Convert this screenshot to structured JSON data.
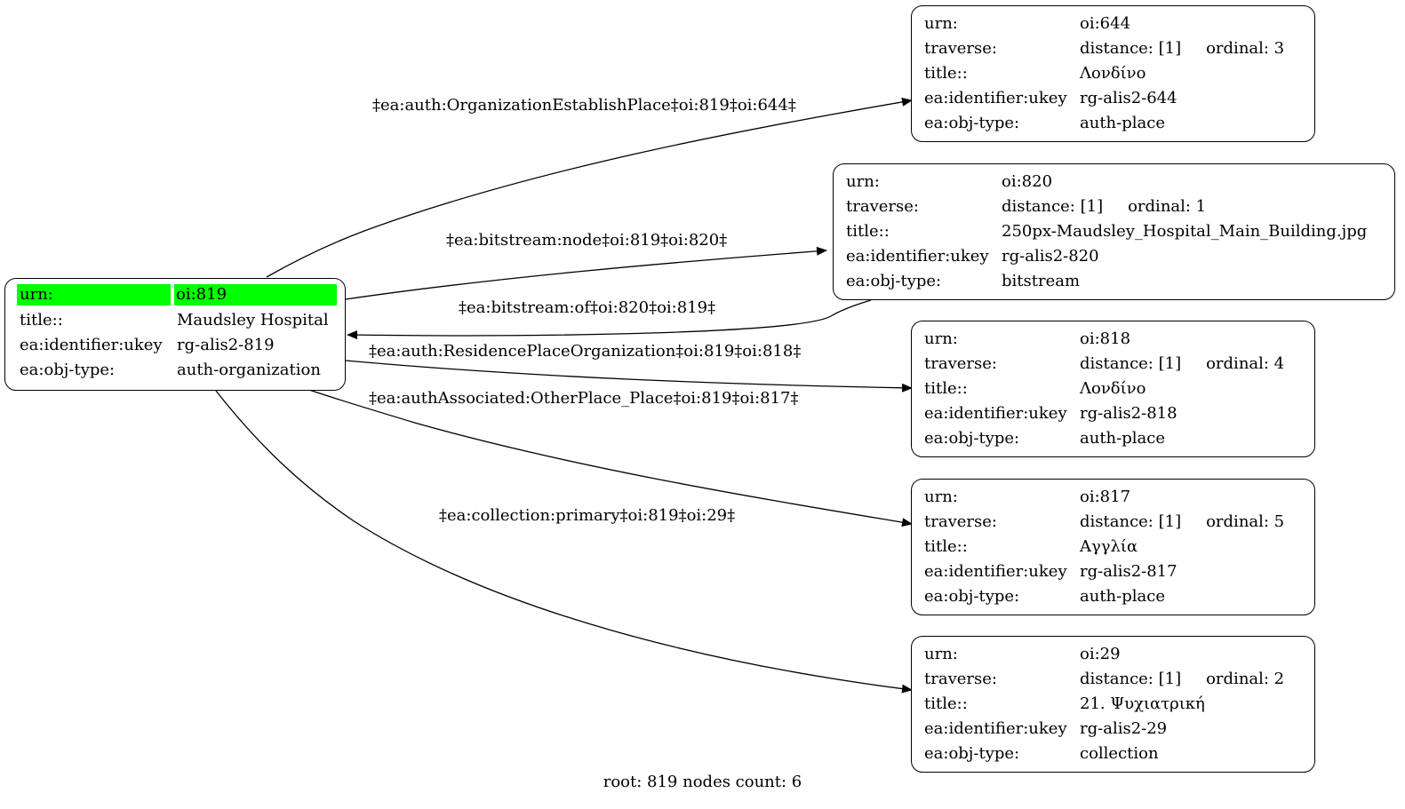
{
  "root": {
    "rows": [
      {
        "key": "urn:",
        "value": "oi:819"
      },
      {
        "key": "title::",
        "value": "Maudsley Hospital"
      },
      {
        "key": "ea:identifier:ukey",
        "value": "rg-alis2-819"
      },
      {
        "key": "ea:obj-type:",
        "value": "auth-organization"
      }
    ]
  },
  "nodes": [
    {
      "id": "644",
      "urn": "oi:644",
      "distance": "distance: [1]",
      "ordinal": "ordinal: 3",
      "title": "Λονδίνο",
      "ukey": "rg-alis2-644",
      "objtype": "auth-place"
    },
    {
      "id": "820",
      "urn": "oi:820",
      "distance": "distance: [1]",
      "ordinal": "ordinal: 1",
      "title": "250px-Maudsley_Hospital_Main_Building.jpg",
      "ukey": "rg-alis2-820",
      "objtype": "bitstream"
    },
    {
      "id": "818",
      "urn": "oi:818",
      "distance": "distance: [1]",
      "ordinal": "ordinal: 4",
      "title": "Λονδίνο",
      "ukey": "rg-alis2-818",
      "objtype": "auth-place"
    },
    {
      "id": "817",
      "urn": "oi:817",
      "distance": "distance: [1]",
      "ordinal": "ordinal: 5",
      "title": "Αγγλία",
      "ukey": "rg-alis2-817",
      "objtype": "auth-place"
    },
    {
      "id": "29",
      "urn": "oi:29",
      "distance": "distance: [1]",
      "ordinal": "ordinal: 2",
      "title": "21. Ψυχιατρική",
      "ukey": "rg-alis2-29",
      "objtype": "collection"
    }
  ],
  "node_keys": {
    "urn": "urn:",
    "traverse": "traverse:",
    "title": "title::",
    "ukey": "ea:identifier:ukey",
    "objtype": "ea:obj-type:"
  },
  "edges": [
    {
      "label": "‡ea:auth:OrganizationEstablishPlace‡oi:819‡oi:644‡"
    },
    {
      "label": "‡ea:bitstream:node‡oi:819‡oi:820‡"
    },
    {
      "label": "‡ea:bitstream:of‡oi:820‡oi:819‡"
    },
    {
      "label": "‡ea:auth:ResidencePlaceOrganization‡oi:819‡oi:818‡"
    },
    {
      "label": "‡ea:authAssociated:OtherPlace_Place‡oi:819‡oi:817‡"
    },
    {
      "label": "‡ea:collection:primary‡oi:819‡oi:29‡"
    }
  ],
  "footer": "root: 819 nodes count: 6",
  "colors": {
    "highlight": "#00ff00",
    "stroke": "#000000"
  }
}
